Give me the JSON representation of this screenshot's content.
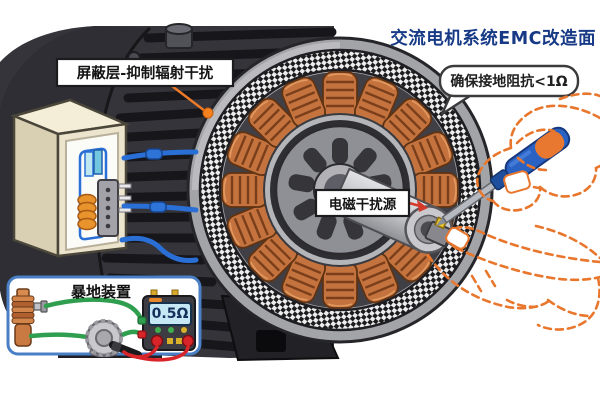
{
  "title": {
    "text": "交流电机系统EMC改造面"
  },
  "labels": {
    "shield": "屏蔽层-抑制辐射干扰",
    "ground_bubble": "确保接地阻抗<1Ω",
    "emi_source": "电磁干扰源"
  },
  "ground_inset": {
    "title": "暴地装置",
    "meter_reading": "0.5Ω"
  },
  "colors": {
    "title_text": "#173a86",
    "copper_coil": "#c4733e",
    "accent_orange": "#ef7a28",
    "wire_blue": "#2a6fd6",
    "wire_green": "#2f9e4f",
    "test_lead_red": "#d8252a",
    "inset_border": "#4a7fc5",
    "meter_display_bg": "#c6e7f4",
    "motor_body_dark": "#34343a",
    "motor_face_gray": "#a3a4a8"
  },
  "components": [
    "ac-motor",
    "shield-mesh-ring",
    "stator-coils",
    "rotor",
    "motor-shaft",
    "emc-filter-box",
    "grounding-rod",
    "ground-clamp",
    "multimeter",
    "screwdriver",
    "technician-hands"
  ]
}
